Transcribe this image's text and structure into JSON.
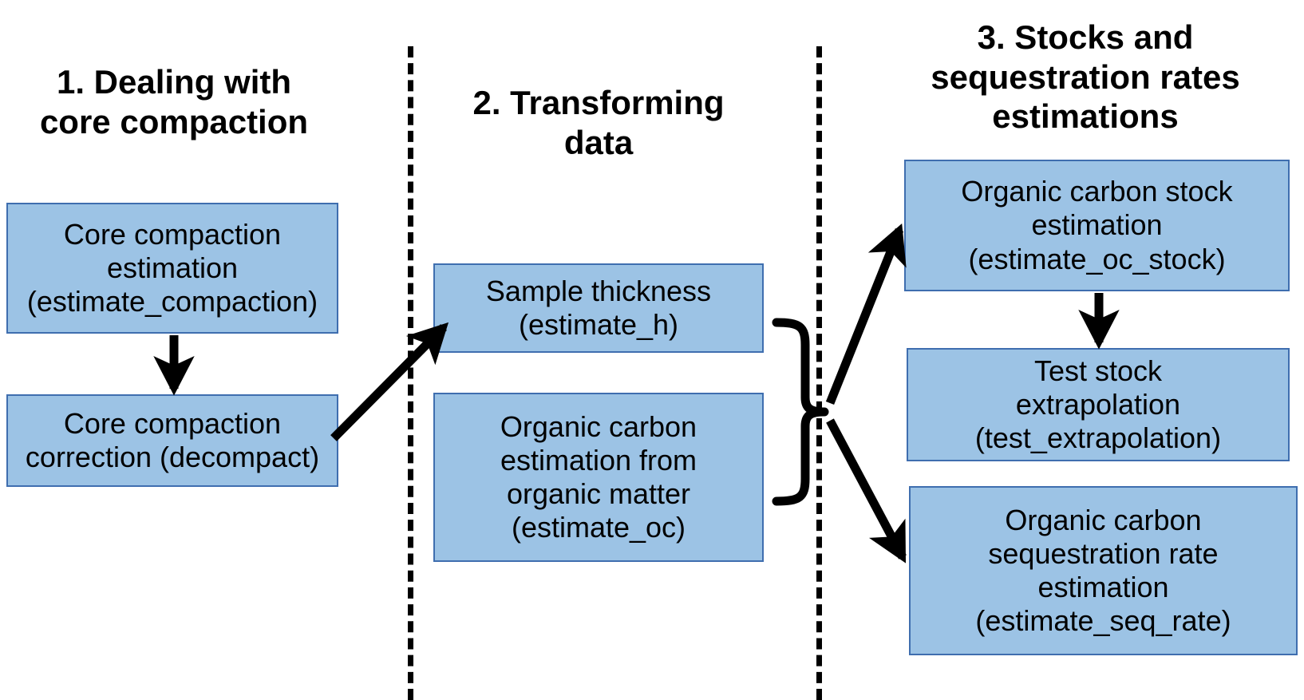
{
  "figure": {
    "title": "Workflow diagram: core compaction, data transformation, stocks and sequestration rates",
    "background": "#ffffff",
    "box_fill": "#9CC3E5",
    "box_border": "#3F6EAF",
    "line_color": "#000000"
  },
  "columns": [
    {
      "id": "col1",
      "heading": "1. Dealing with\ncore compaction",
      "boxes": [
        {
          "id": "estimate-compaction",
          "label": "Core compaction\nestimation\n(estimate_compaction)",
          "function": "estimate_compaction"
        },
        {
          "id": "decompact",
          "label": "Core compaction\ncorrection (decompact)",
          "function": "decompact"
        }
      ]
    },
    {
      "id": "col2",
      "heading": "2. Transforming\ndata",
      "boxes": [
        {
          "id": "estimate-h",
          "label": "Sample thickness\n(estimate_h)",
          "function": "estimate_h"
        },
        {
          "id": "estimate-oc",
          "label": "Organic carbon\nestimation from\norganic matter\n(estimate_oc)",
          "function": "estimate_oc"
        }
      ]
    },
    {
      "id": "col3",
      "heading": "3. Stocks and\nsequestration rates\nestimations",
      "boxes": [
        {
          "id": "estimate-oc-stock",
          "label": "Organic carbon stock\nestimation\n(estimate_oc_stock)",
          "function": "estimate_oc_stock"
        },
        {
          "id": "test-extrapolation",
          "label": "Test stock\nextrapolation\n(test_extrapolation)",
          "function": "test_extrapolation"
        },
        {
          "id": "estimate-seq-rate",
          "label": "Organic carbon\nsequestration rate\nestimation\n(estimate_seq_rate)",
          "function": "estimate_seq_rate"
        }
      ]
    }
  ],
  "connectors": [
    {
      "id": "compaction-to-decompact",
      "from": "estimate-compaction",
      "to": "decompact",
      "style": "straight-arrow-down"
    },
    {
      "id": "decompact-to-estimate-h",
      "from": "decompact",
      "to": "estimate-h",
      "style": "diagonal-arrow-up-right"
    },
    {
      "id": "col2-brace",
      "from": "estimate-h,estimate-oc",
      "to": "brace-tip",
      "style": "curly-brace"
    },
    {
      "id": "brace-to-oc-stock",
      "from": "brace-tip",
      "to": "estimate-oc-stock",
      "style": "diagonal-arrow-up-right"
    },
    {
      "id": "brace-to-seq-rate",
      "from": "brace-tip",
      "to": "estimate-seq-rate",
      "style": "diagonal-arrow-down-right"
    },
    {
      "id": "oc-stock-to-test-extrapolation",
      "from": "estimate-oc-stock",
      "to": "test-extrapolation",
      "style": "straight-arrow-down"
    }
  ],
  "dividers": [
    {
      "id": "divider-1",
      "between": "col1,col2"
    },
    {
      "id": "divider-2",
      "between": "col2,col3"
    }
  ]
}
